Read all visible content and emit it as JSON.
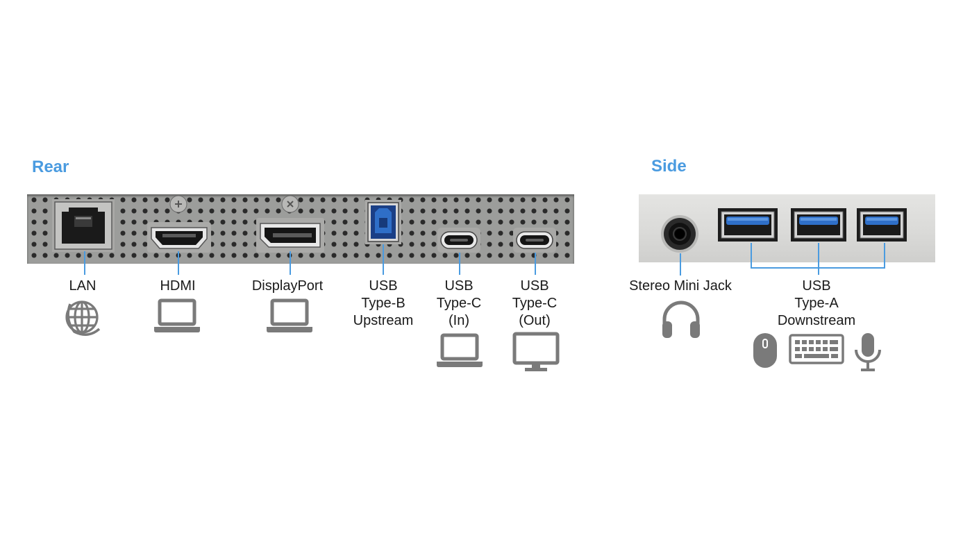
{
  "rear": {
    "title": "Rear"
  },
  "side": {
    "title": "Side"
  },
  "ports": {
    "lan": {
      "label": "LAN",
      "icon": "globe-icon"
    },
    "hdmi": {
      "label": "HDMI",
      "icon": "laptop-icon"
    },
    "displayport": {
      "label": "DisplayPort",
      "icon": "laptop-icon"
    },
    "usb_b": {
      "line1": "USB",
      "line2": "Type-B",
      "line3": "Upstream"
    },
    "usb_c_in": {
      "line1": "USB",
      "line2": "Type-C",
      "line3": "(In)",
      "icon": "laptop-icon"
    },
    "usb_c_out": {
      "line1": "USB",
      "line2": "Type-C",
      "line3": "(Out)",
      "icon": "monitor-icon"
    },
    "audio": {
      "label": "Stereo Mini Jack",
      "icon": "headphones-icon"
    },
    "usb_a": {
      "line1": "USB",
      "line2": "Type-A",
      "line3": "Downstream",
      "icons": [
        "mouse-icon",
        "keyboard-icon",
        "microphone-icon"
      ]
    }
  },
  "colors": {
    "accent": "#4a9be0",
    "icon_gray": "#7a7a7a",
    "usb3_blue": "#2f6fc8"
  }
}
